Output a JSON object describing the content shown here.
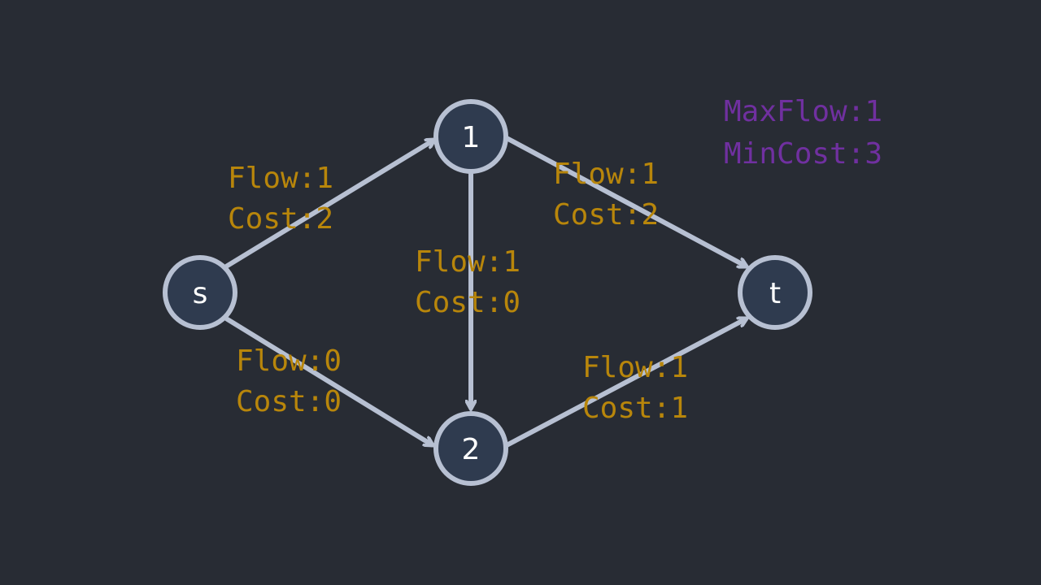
{
  "colors": {
    "background": "#282c34",
    "node_fill": "#2f3b4f",
    "node_stroke": "#b7c0d2",
    "edge": "#b7c0d2",
    "edge_label": "#b8860b",
    "summary": "#7030a0"
  },
  "nodes": {
    "s": {
      "label": "s"
    },
    "n1": {
      "label": "1"
    },
    "n2": {
      "label": "2"
    },
    "t": {
      "label": "t"
    }
  },
  "edges": {
    "s_1": {
      "flow": "Flow:1",
      "cost": "Cost:2"
    },
    "s_2": {
      "flow": "Flow:0",
      "cost": "Cost:0"
    },
    "n1_n2": {
      "flow": "Flow:1",
      "cost": "Cost:0"
    },
    "n1_t": {
      "flow": "Flow:1",
      "cost": "Cost:2"
    },
    "n2_t": {
      "flow": "Flow:1",
      "cost": "Cost:1"
    }
  },
  "summary": {
    "max_flow": "MaxFlow:1",
    "min_cost": "MinCost:3"
  }
}
